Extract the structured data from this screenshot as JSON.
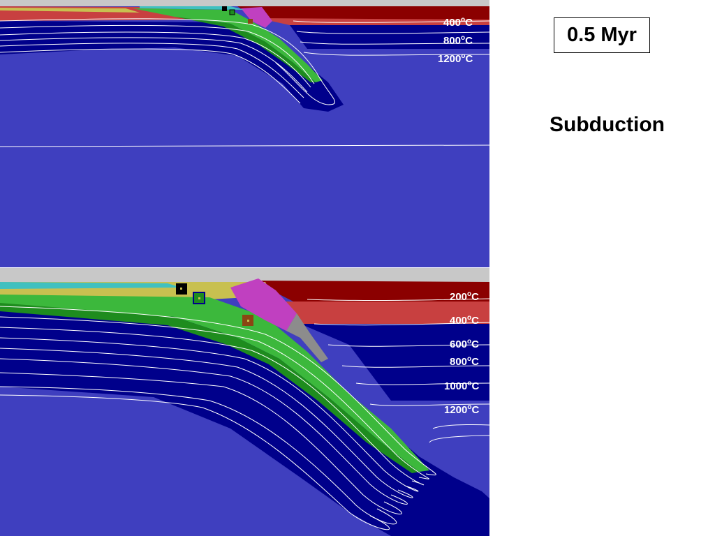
{
  "time_label": "0.5 Myr",
  "title": "Subduction",
  "top_panel": {
    "isotherms": [
      {
        "num": "400",
        "unit": "C"
      },
      {
        "num": "800",
        "unit": "C"
      },
      {
        "num": "1200",
        "unit": "C"
      }
    ]
  },
  "bottom_panel": {
    "isotherms": [
      {
        "num": "200",
        "unit": "C"
      },
      {
        "num": "400",
        "unit": "C"
      },
      {
        "num": "600",
        "unit": "C"
      },
      {
        "num": "800",
        "unit": "C"
      },
      {
        "num": "1000",
        "unit": "C"
      },
      {
        "num": "1200",
        "unit": "C"
      }
    ]
  },
  "colors": {
    "asthenosphere": "#3f3fbf",
    "lithosphere": "#00008b",
    "sediment": "#c8c050",
    "crust_green": "#3cb83c",
    "crust_dark_green": "#1e8c1e",
    "overriding_red": "#c84040",
    "overriding_dark_red": "#8b0000",
    "magenta": "#c040c0",
    "air": "#c8c8c8",
    "cyan": "#40c0c0",
    "gray": "#8c8c8c",
    "isotherm": "#ffffff"
  }
}
